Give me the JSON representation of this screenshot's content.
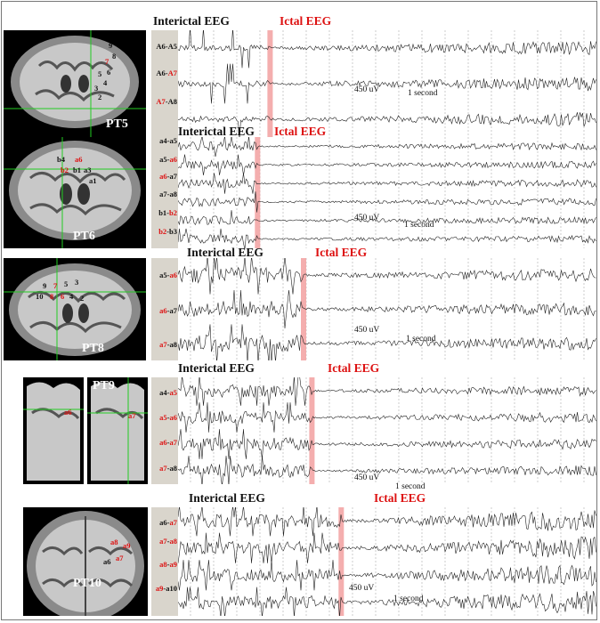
{
  "titles": {
    "interictal": "Interictal EEG",
    "ictal": "Ictal EEG"
  },
  "scale": {
    "voltage": "450 uV",
    "time": "1 second"
  },
  "colors": {
    "highlight": "#f2a0a0",
    "label_red": "#d11111",
    "label_bg": "#d9d5cc"
  },
  "panels": [
    {
      "id": "pt5",
      "name": "PT5",
      "mri_view": "coronal",
      "channels": [
        {
          "a": "A6",
          "b": "A5",
          "ra": false,
          "rb": false
        },
        {
          "a": "A6",
          "b": "A7",
          "ra": false,
          "rb": true
        },
        {
          "a": "A7",
          "b": "A8",
          "ra": true,
          "rb": false
        }
      ],
      "electrodes": [
        {
          "t": "9",
          "red": false
        },
        {
          "t": "8",
          "red": false
        },
        {
          "t": "7",
          "red": true
        },
        {
          "t": "6",
          "red": false
        },
        {
          "t": "5",
          "red": false
        },
        {
          "t": "4",
          "red": false
        },
        {
          "t": "3",
          "red": false
        },
        {
          "t": "2",
          "red": false
        }
      ],
      "onset_fraction": 0.22
    },
    {
      "id": "pt6",
      "name": "PT6",
      "mri_view": "coronal",
      "channels": [
        {
          "a": "a4",
          "b": "a5",
          "ra": false,
          "rb": false
        },
        {
          "a": "a5",
          "b": "a6",
          "ra": false,
          "rb": true
        },
        {
          "a": "a6",
          "b": "a7",
          "ra": true,
          "rb": false
        },
        {
          "a": "a7",
          "b": "a8",
          "ra": false,
          "rb": false
        },
        {
          "a": "b1",
          "b": "b2",
          "ra": false,
          "rb": true
        },
        {
          "a": "b2",
          "b": "b3",
          "ra": true,
          "rb": false
        }
      ],
      "electrodes": [
        {
          "t": "b4",
          "red": false
        },
        {
          "t": "a6",
          "red": true
        },
        {
          "t": "b2",
          "red": true
        },
        {
          "t": "b1",
          "red": false
        },
        {
          "t": "a3",
          "red": false
        },
        {
          "t": "a1",
          "red": false
        }
      ],
      "onset_fraction": 0.19
    },
    {
      "id": "pt8",
      "name": "PT8",
      "mri_view": "coronal",
      "channels": [
        {
          "a": "a5",
          "b": "a6",
          "ra": false,
          "rb": true
        },
        {
          "a": "a6",
          "b": "a7",
          "ra": true,
          "rb": false
        },
        {
          "a": "a7",
          "b": "a8",
          "ra": true,
          "rb": false
        }
      ],
      "electrodes": [
        {
          "t": "9",
          "red": false
        },
        {
          "t": "7",
          "red": true
        },
        {
          "t": "5",
          "red": false
        },
        {
          "t": "3",
          "red": false
        },
        {
          "t": "10",
          "red": false
        },
        {
          "t": "8",
          "red": true
        },
        {
          "t": "6",
          "red": true
        },
        {
          "t": "4",
          "red": false
        },
        {
          "t": "2",
          "red": false
        }
      ],
      "onset_fraction": 0.3
    },
    {
      "id": "pt9",
      "name": "PT9",
      "mri_view": "dual",
      "channels": [
        {
          "a": "a4",
          "b": "a5",
          "ra": false,
          "rb": true
        },
        {
          "a": "a5",
          "b": "a6",
          "ra": true,
          "rb": true
        },
        {
          "a": "a6",
          "b": "a7",
          "ra": true,
          "rb": true
        },
        {
          "a": "a7",
          "b": "a8",
          "ra": true,
          "rb": false
        }
      ],
      "electrodes": [
        {
          "t": "a6",
          "red": true
        },
        {
          "t": "a7",
          "red": true
        }
      ],
      "onset_fraction": 0.32
    },
    {
      "id": "pt10",
      "name": "PT10",
      "mri_view": "axial",
      "channels": [
        {
          "a": "a6",
          "b": "a7",
          "ra": false,
          "rb": true
        },
        {
          "a": "a7",
          "b": "a8",
          "ra": true,
          "rb": true
        },
        {
          "a": "a8",
          "b": "a9",
          "ra": true,
          "rb": true
        },
        {
          "a": "a9",
          "b": "a10",
          "ra": true,
          "rb": false
        }
      ],
      "electrodes": [
        {
          "t": "a8",
          "red": true
        },
        {
          "t": "a9",
          "red": true
        },
        {
          "t": "a6",
          "red": false
        },
        {
          "t": "a7",
          "red": true
        }
      ],
      "onset_fraction": 0.39
    }
  ]
}
